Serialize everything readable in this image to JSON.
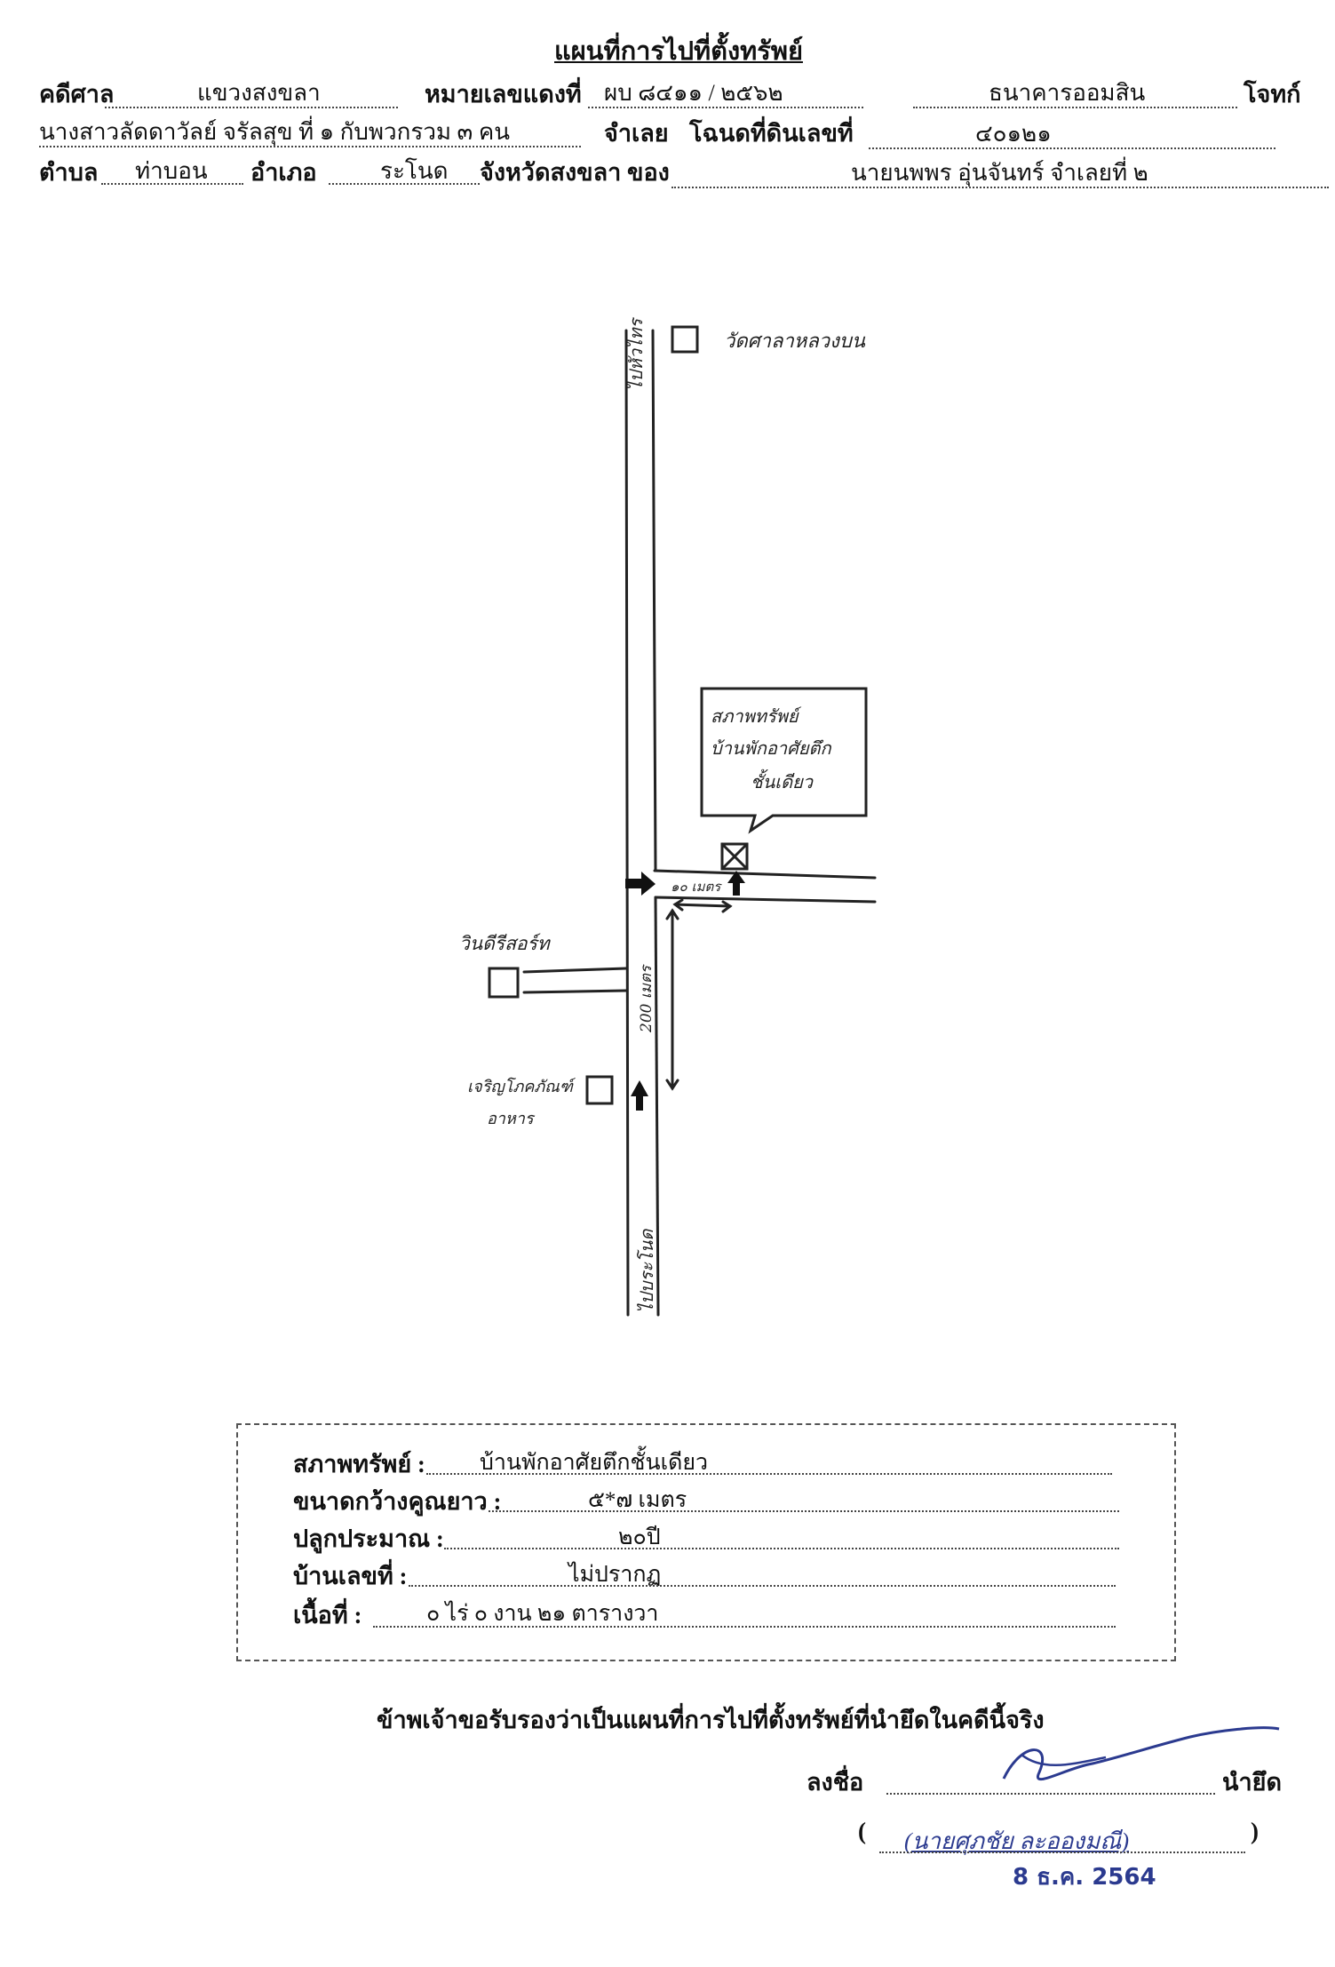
{
  "header": {
    "title": "แผนที่การไปที่ตั้งทรัพย์",
    "court_label": "คดีศาล",
    "court_value": "แขวงสงขลา",
    "case_no_label": "หมายเลขแดงที่",
    "case_no_value": "ผบ  ๘๔๑๑ / ๒๕๖๒",
    "plaintiff_value": "ธนาคารออมสิน",
    "plaintiff_label": "โจทก์",
    "defendant_value": "นางสาวลัดดาวัลย์ จรัลสุข ที่ ๑ กับพวกรวม ๓ คน",
    "defendant_label": "จำเลย",
    "deed_label": "โฉนดที่ดินเลขที่",
    "deed_value": "๔๐๑๒๑",
    "subdistrict_label": "ตำบล",
    "subdistrict_value": "ท่าบอน",
    "district_label": "อำเภอ",
    "district_value": "ระโนด",
    "province_label": "จังหวัดสงขลา",
    "owner_label": "ของ",
    "owner_value": "นายนพพร อุ่นจันทร์ จำเลยที่ ๒"
  },
  "map": {
    "temple_label": "วัดศาลาหลวงบน",
    "to_top_label": "ไปหัวไทร",
    "to_bottom_label": "ไปบระโนด",
    "callout_line1": "สภาพทรัพย์",
    "callout_line2": "บ้านพักอาศัยตึก",
    "callout_line3": "ชั้นเดียว",
    "distance_side_label": "๑๐ เมตร",
    "distance_main_label": "200 เมตร",
    "shop_label": "วินดีรีสอร์ท",
    "restaurant_line1": "เจริญโภคภัณฑ์",
    "restaurant_line2": "อาหาร"
  },
  "property_info": {
    "condition_label": "สภาพทรัพย์ :",
    "condition_value": "บ้านพักอาศัยตึกชั้นเดียว",
    "size_label": "ขนาดกว้างคูณยาว :",
    "size_value": "๕*๗ เมตร",
    "age_label": "ปลูกประมาณ :",
    "age_value": "๒๐ปี",
    "house_no_label": "บ้านเลขที่ :",
    "house_no_value": "ไม่ปรากฏ",
    "area_label": "เนื้อที่ :",
    "area_value": "๐ ไร่ ๐ งาน ๒๑ ตารางวา"
  },
  "certification": {
    "statement": "ข้าพเจ้าขอรับรองว่าเป็นแผนที่การไปที่ตั้งทรัพย์ที่นำยึดในคดีนี้จริง",
    "sign_label": "ลงชื่อ",
    "role_label": "นำยึด",
    "open_paren": "(",
    "close_paren": ")",
    "printed_name": "(นายศุภชัย ละอองมณี)",
    "date_stamp": "8 ธ.ค. 2564"
  }
}
